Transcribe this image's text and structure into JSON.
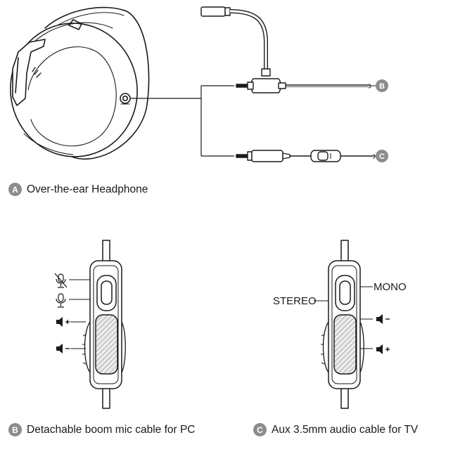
{
  "figure": {
    "headphone_caption": {
      "letter": "A",
      "text": "Over-the-ear Headphone"
    },
    "cable_b_tag": "B",
    "cable_c_tag": "C",
    "pc_cable_caption": {
      "letter": "B",
      "text": "Detachable boom mic cable for PC"
    },
    "tv_cable_caption": {
      "letter": "C",
      "text": "Aux 3.5mm audio cable for TV"
    },
    "stereo_label": "STEREO",
    "mono_label": "MONO",
    "icons": {
      "headphone": "over-ear-headphone-icon",
      "boom_mic": "boom-mic-icon",
      "mic_mute": "mic-mute-icon",
      "mic_on": "mic-icon",
      "volume_up": "volume-up-icon",
      "volume_down": "volume-down-icon"
    },
    "colors": {
      "line": "#1a1a1a",
      "badge": "#8c8c8c",
      "badge_text": "#ffffff"
    }
  }
}
